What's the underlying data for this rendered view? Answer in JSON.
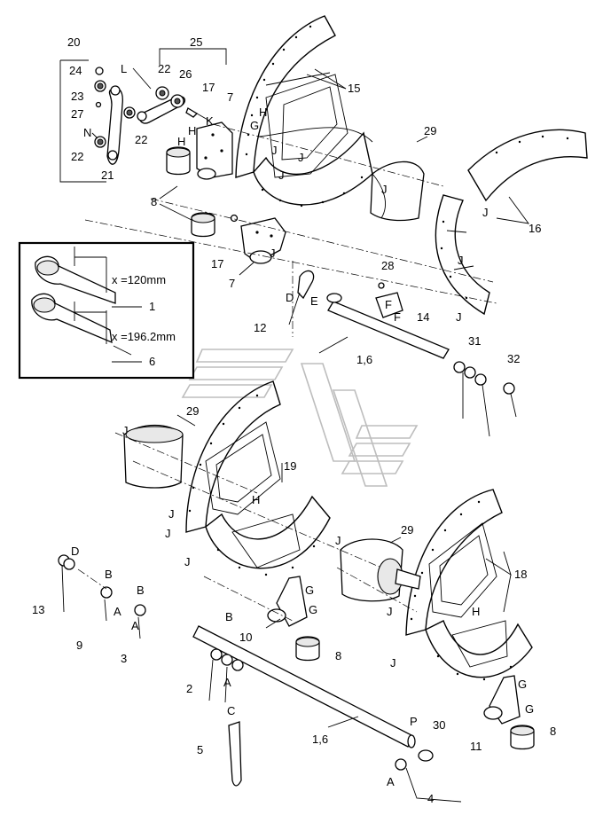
{
  "diagram": {
    "labels": {
      "p1": "1",
      "p3": "3",
      "p4": "4",
      "p5": "5",
      "p6": "6",
      "p7a": "7",
      "p7b": "7",
      "p8a": "8",
      "p8b": "8",
      "p8c": "8",
      "p9": "9",
      "p10": "10",
      "p11": "11",
      "p12": "12",
      "p13": "13",
      "p14": "14",
      "p15": "15",
      "p16": "16",
      "p17a": "17",
      "p17b": "17",
      "p18": "18",
      "p19": "19",
      "p2": "2",
      "p20": "20",
      "p21": "21",
      "p22a": "22",
      "p22b": "22",
      "p22c": "22",
      "p23": "23",
      "p24": "24",
      "p25": "25",
      "p26": "26",
      "p27": "27",
      "p28": "28",
      "p29a": "29",
      "p29b": "29",
      "p29c": "29",
      "p30": "30",
      "p31": "31",
      "p32": "32",
      "p16a": "1,6",
      "p16b": "1,6"
    },
    "letters": {
      "A1": "A",
      "A2": "A",
      "A3": "A",
      "A4": "A",
      "B1": "B",
      "B2": "B",
      "B3": "B",
      "C1": "C",
      "D1": "D",
      "D2": "D",
      "E1": "E",
      "F1": "F",
      "F2": "F",
      "G1": "G",
      "G2": "G",
      "G3": "G",
      "G4": "G",
      "G5": "G",
      "H1": "H",
      "H2": "H",
      "H3": "H",
      "H4": "H",
      "H5": "H",
      "J1": "J",
      "J2": "J",
      "J3": "J",
      "J4": "J",
      "J5": "J",
      "J6": "J",
      "J7": "J",
      "J8": "J",
      "J9": "J",
      "J10": "J",
      "J11": "J",
      "J12": "J",
      "J13": "J",
      "J14": "J",
      "J15": "J",
      "K1": "K",
      "L1": "L",
      "N1": "N",
      "P1": "P"
    },
    "inset": {
      "dim1": "x =120mm",
      "dim2": "x =196.2mm",
      "ref1": "1",
      "ref2": "6"
    }
  }
}
